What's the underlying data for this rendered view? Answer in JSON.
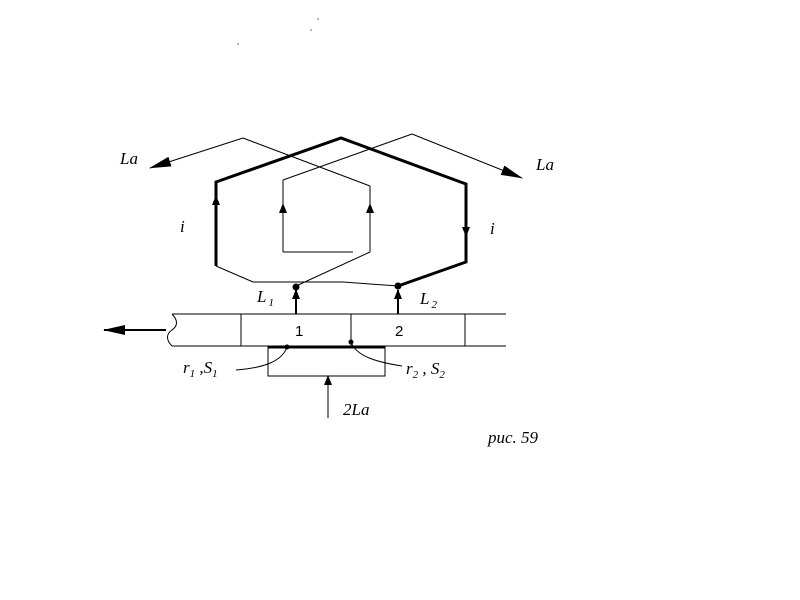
{
  "labels": {
    "la_left": "La",
    "la_right": "La",
    "i_left": "i",
    "i_right": "i",
    "l1_main": "L",
    "l1_sub": "1",
    "l2_main": "L",
    "l2_sub": "2",
    "slot1": "1",
    "slot2": "2",
    "r1_main": "r",
    "r1_sub": "1",
    "r1_sep": " ,S",
    "r1_sub2": "1",
    "r2_main": "r",
    "r2_sub": "2",
    "r2_sep": " , S",
    "r2_sub2": "2",
    "two_la": "2La",
    "caption": "рис. 59"
  }
}
